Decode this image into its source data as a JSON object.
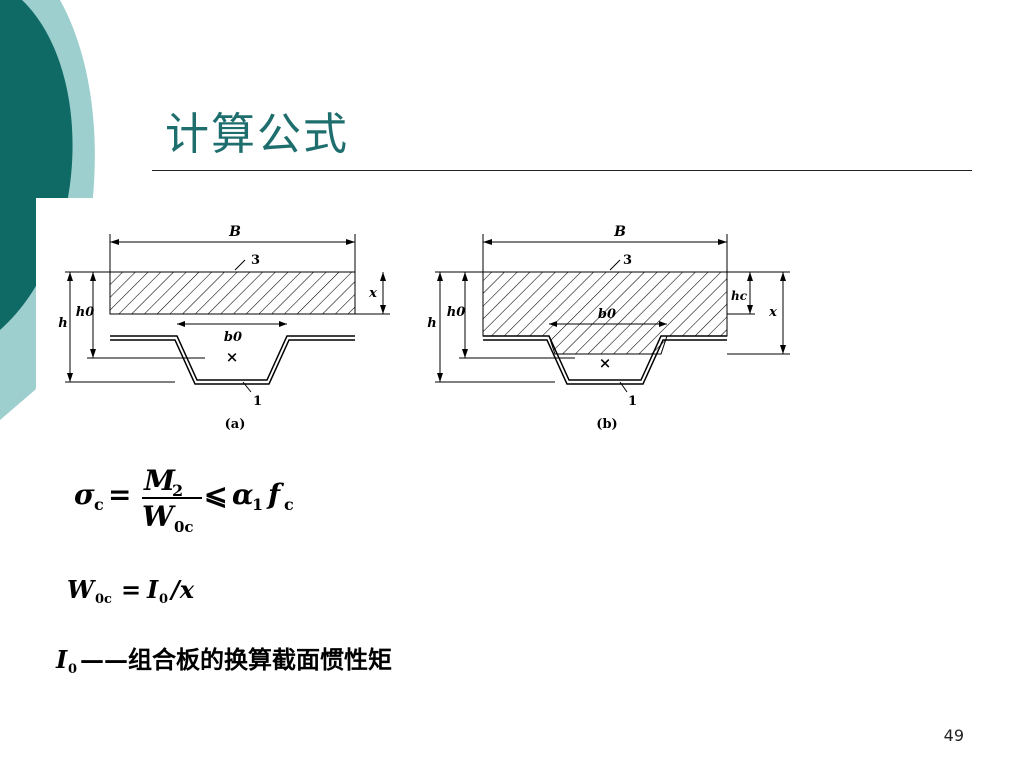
{
  "slide": {
    "title": "计算公式",
    "page_number": "49"
  },
  "figure": {
    "a": {
      "caption": "(a)",
      "dim_B": "B",
      "label_3": "3",
      "label_1": "1",
      "dim_h": "h",
      "dim_h0": "h0",
      "dim_x": "x",
      "dim_b0": "b0",
      "centroid_mark": "×"
    },
    "b": {
      "caption": "(b)",
      "dim_B": "B",
      "label_3": "3",
      "label_1": "1",
      "dim_h": "h",
      "dim_h0": "h0",
      "dim_hc": "hc",
      "dim_x": "x",
      "dim_b0": "b0",
      "centroid_mark": "×"
    }
  },
  "formulas": {
    "stress_lhs": "σ",
    "stress_lhs_sub": "c",
    "equals": "=",
    "numerator": "M",
    "numerator_sub": "2",
    "denominator": "W",
    "denominator_sub": "0c",
    "leq": "⩽",
    "alpha": "α",
    "alpha_sub": "1",
    "f": "f",
    "f_sub": "c",
    "modulus_lhs": "W",
    "modulus_lhs_sub": "0c",
    "modulus_rhs_I": "I",
    "modulus_rhs_I_sub": "0",
    "modulus_rhs_rest": "/x",
    "definition_symbol": "I",
    "definition_symbol_sub": "0",
    "definition_text": "——组合板的换算截面惯性矩"
  }
}
